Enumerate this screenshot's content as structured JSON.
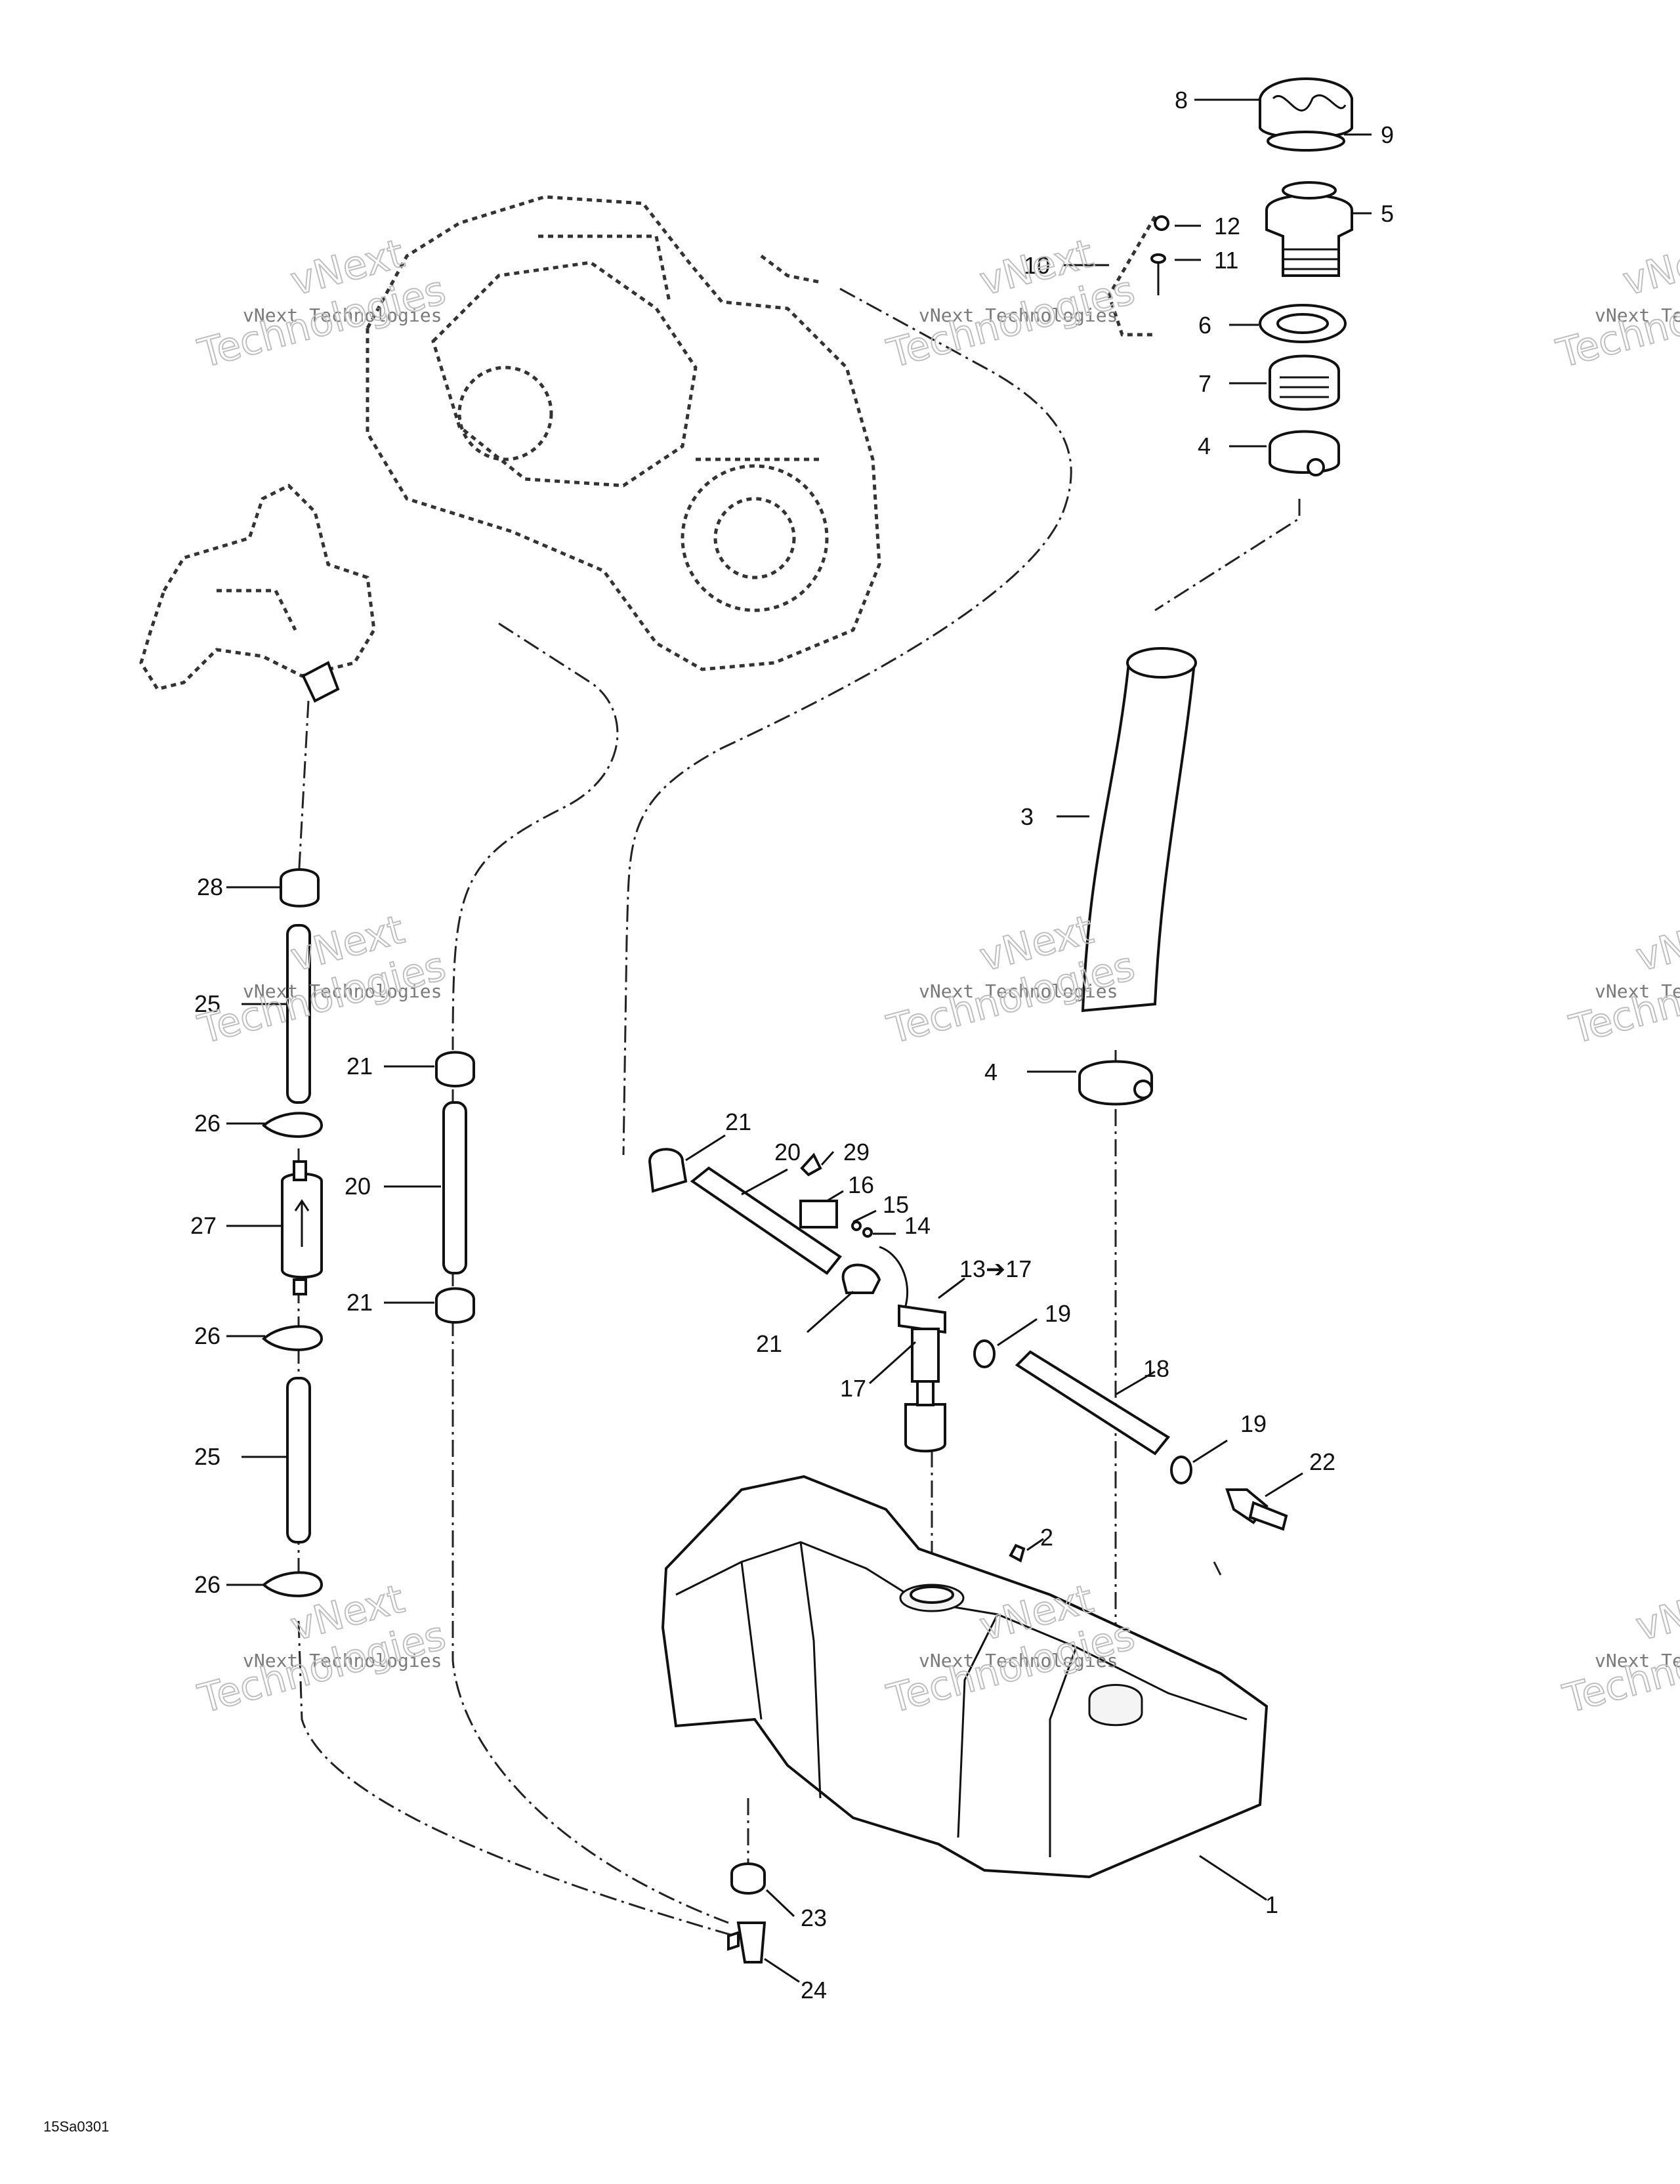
{
  "watermark": {
    "line1": "vNext",
    "line2": "vNext Technologies",
    "line3": "Technologies"
  },
  "reference_code": "15Sa0301",
  "callouts": {
    "c1": "1",
    "c2": "2",
    "c3": "3",
    "c4a": "4",
    "c4b": "4",
    "c5": "5",
    "c6": "6",
    "c7": "7",
    "c8": "8",
    "c9": "9",
    "c10": "10",
    "c11": "11",
    "c12": "12",
    "c13": "13➔17",
    "c14": "14",
    "c15": "15",
    "c16": "16",
    "c17": "17",
    "c18": "18",
    "c19a": "19",
    "c19b": "19",
    "c20a": "20",
    "c20b": "20",
    "c21a": "21",
    "c21b": "21",
    "c21c": "21",
    "c21d": "21",
    "c22": "22",
    "c23": "23",
    "c24": "24",
    "c25a": "25",
    "c25b": "25",
    "c26a": "26",
    "c26b": "26",
    "c26c": "26",
    "c27": "27",
    "c28": "28",
    "c29": "29"
  }
}
